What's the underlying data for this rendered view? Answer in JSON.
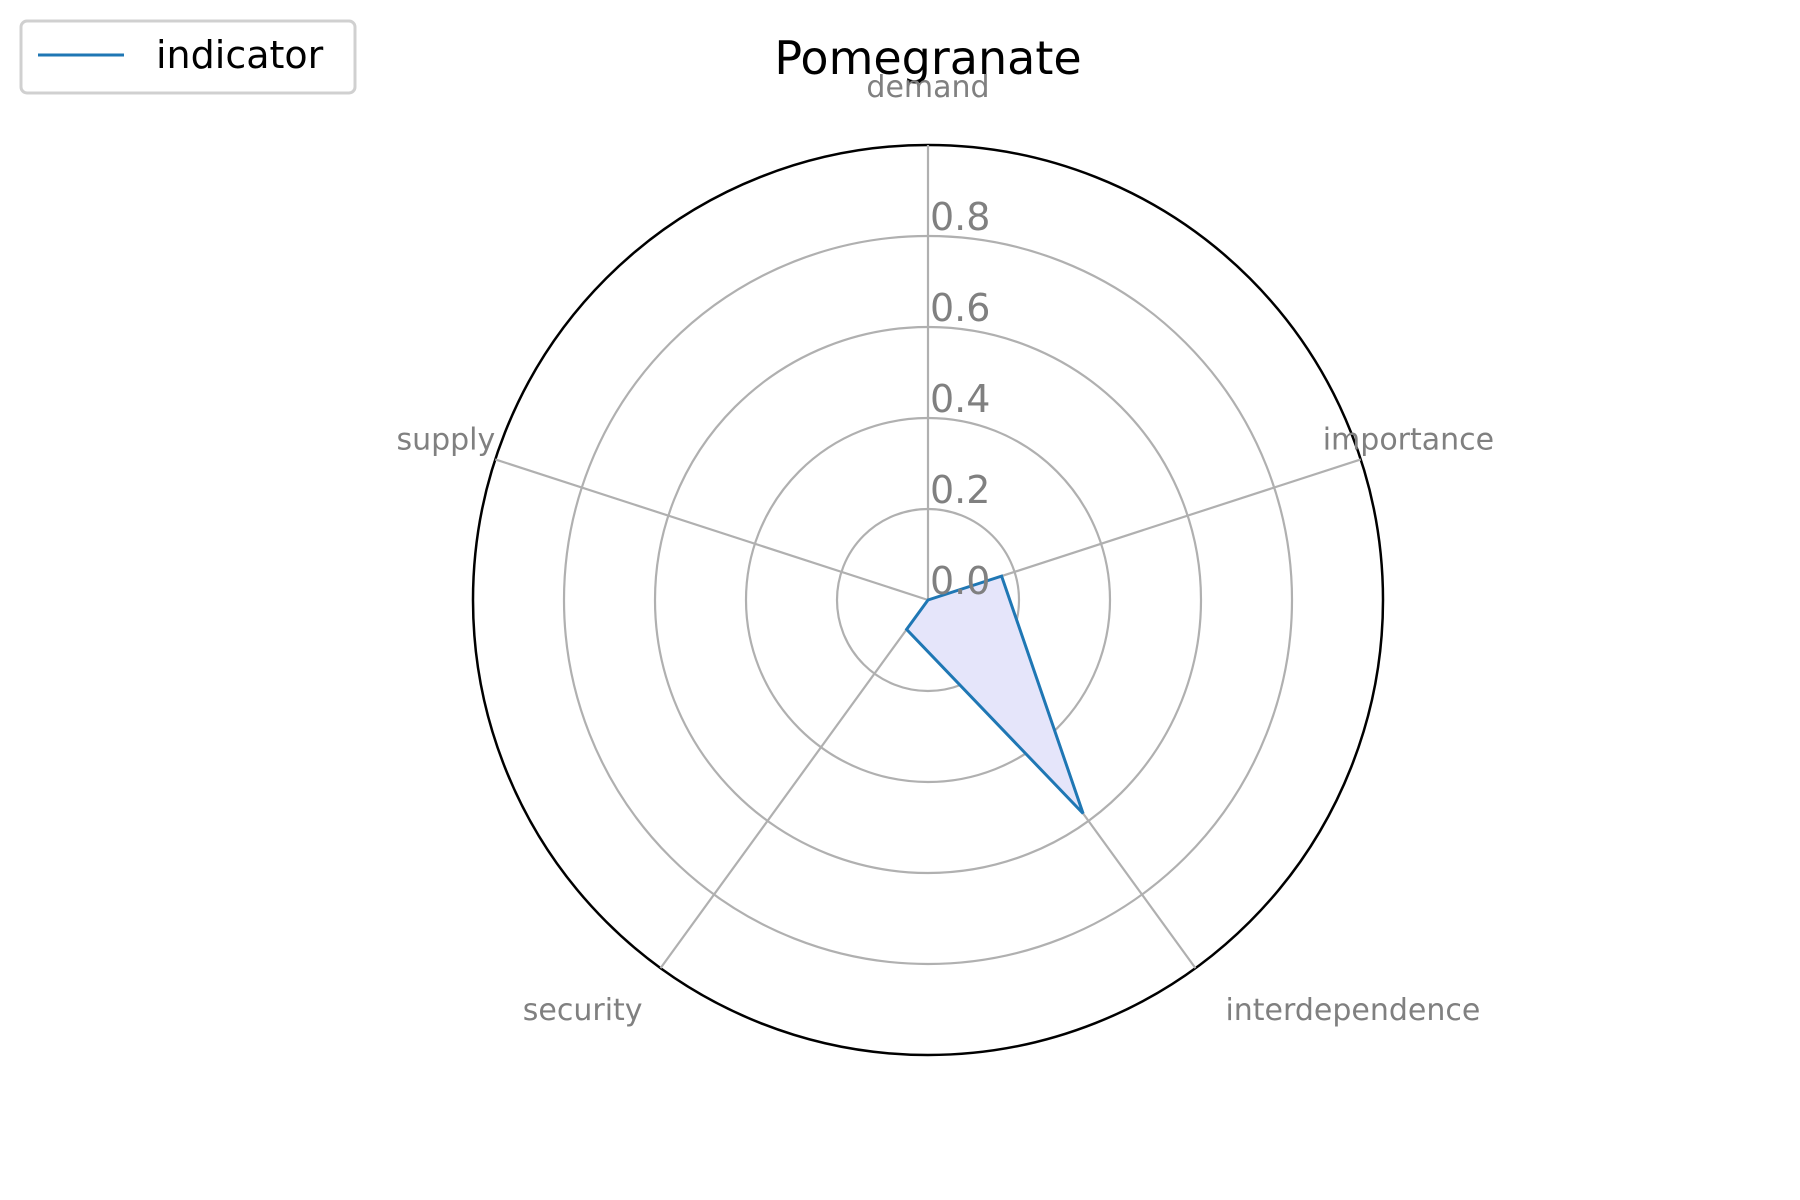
{
  "chart_data": {
    "type": "radar",
    "title": "Pomegranate",
    "categories": [
      "demand",
      "importance",
      "interdependence",
      "security",
      "supply"
    ],
    "series": [
      {
        "name": "indicator",
        "values": [
          0.0,
          0.17,
          0.58,
          0.08,
          0.0
        ]
      }
    ],
    "rlim": [
      0,
      1.0
    ],
    "rticks": [
      0.0,
      0.2,
      0.4,
      0.6,
      0.8
    ],
    "rtick_labels": [
      "0.0",
      "0.2",
      "0.4",
      "0.6",
      "0.8"
    ],
    "grid": true,
    "legend_position": "top-left",
    "colors": {
      "line": "#1f77b4",
      "fill": "#e5e5fa",
      "grid": "#b0b0b0",
      "frame": "#000000",
      "label": "#808080"
    }
  }
}
